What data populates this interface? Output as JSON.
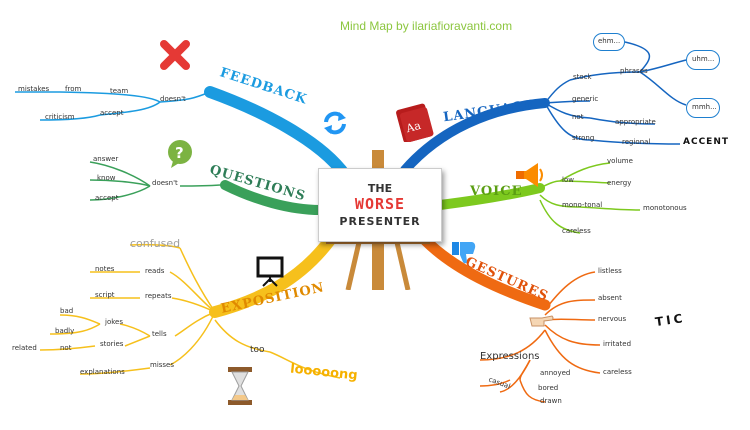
{
  "credit": "Mind Map by ilariafioravanti.com",
  "center": {
    "line1": "THE",
    "line2": "WORSE",
    "line3": "PRESENTER"
  },
  "branches": {
    "feedback": "FEEDBACK",
    "language": "LANGUAGE",
    "questions": "QUESTIONS",
    "voice": "VOICE",
    "exposition": "EXPOSITION",
    "gestures": "GESTURES"
  },
  "feedback": {
    "doesnt": "doesn't",
    "from": "from",
    "team": "team",
    "mistakes": "mistakes",
    "accept": "accept",
    "criticism": "criticism"
  },
  "questions": {
    "doesnt": "doesn't",
    "answer": "answer",
    "know": "know",
    "accept": "accept"
  },
  "language": {
    "stock": "stock",
    "phrases": "phrases",
    "ehm": "ehm...",
    "uhm": "uhm...",
    "mmh": "mmh...",
    "generic": "generic",
    "not": "not",
    "appropriate": "appropriate",
    "strong": "strong",
    "regional": "regional",
    "accent": "ACCENT"
  },
  "voice": {
    "low": "low",
    "volume": "volume",
    "energy": "energy",
    "mono_tonal": "mono-tonal",
    "monotonous": "monotonous",
    "careless": "careless"
  },
  "exposition": {
    "confused": "confused",
    "reads": "reads",
    "notes": "notes",
    "repeats": "repeats",
    "script": "script",
    "tells": "tells",
    "jokes": "jokes",
    "bad": "bad",
    "badly": "badly",
    "stories": "stories",
    "not": "not",
    "related": "related",
    "misses": "misses",
    "explanations": "explanations",
    "too": "too",
    "long": "looooong"
  },
  "gestures": {
    "listless": "listless",
    "absent": "absent",
    "nervous": "nervous",
    "tic": "TIC",
    "irritated": "irritated",
    "careless": "careless",
    "expressions": "Expressions",
    "annoyed": "annoyed",
    "bored": "bored",
    "drawn": "drawn",
    "casual": "casual"
  },
  "icons": [
    "red-x-icon",
    "refresh-arrows-icon",
    "question-mark-icon",
    "dictionary-icon",
    "megaphone-icon",
    "thumbs-down-icon",
    "projector-screen-icon",
    "hourglass-icon",
    "easel-icon"
  ],
  "colors": {
    "feedback": "#1b9be0",
    "language": "#1565c0",
    "questions": "#3aa05a",
    "voice": "#7dc91e",
    "exposition": "#f6c01c",
    "gestures": "#ef6a12"
  }
}
